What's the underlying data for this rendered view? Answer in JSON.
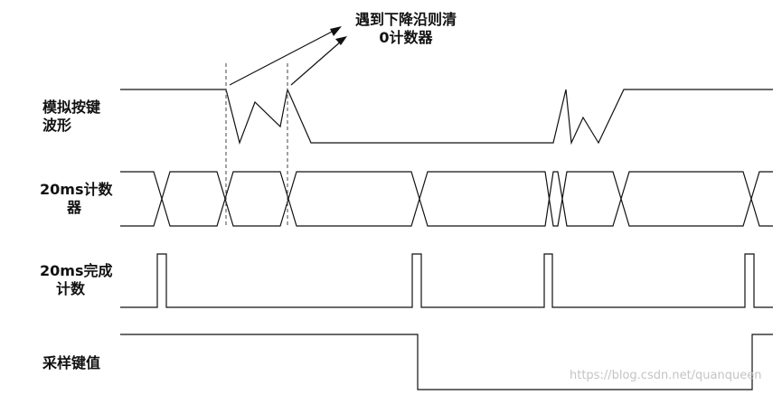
{
  "annotation": {
    "line1": "遇到下降沿则清",
    "line2": "0计数器"
  },
  "signals": [
    {
      "id": "key-waveform",
      "line1": "模拟按键",
      "line2": "波形"
    },
    {
      "id": "counter-20ms",
      "line1": "20ms计数",
      "line2": "器"
    },
    {
      "id": "done-20ms",
      "line1": "20ms完成",
      "line2": "计数"
    },
    {
      "id": "sampled-key",
      "line1": "采样键值",
      "line2": ""
    }
  ],
  "watermark": "https://blog.csdn.net/quanqueen",
  "colors": {
    "line": "#111111",
    "dashed": "#444444",
    "watermark": "#c4c4c4"
  }
}
